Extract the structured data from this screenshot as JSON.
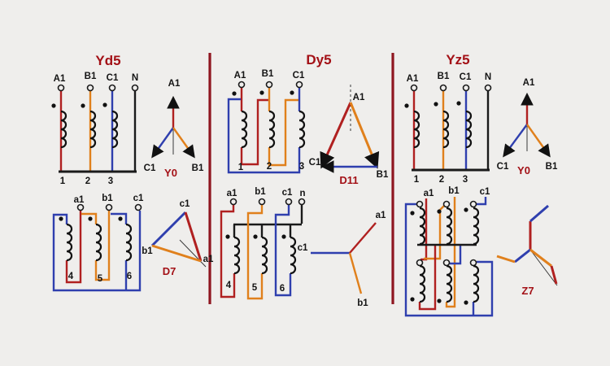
{
  "diagram_type": "transformer-vector-groups",
  "colors": {
    "background": "#efeeec",
    "phase_a_red": "#b02020",
    "phase_b_orange": "#e0801c",
    "phase_c_blue": "#2f3fae",
    "neutral_black": "#1a1a1a",
    "heading_dark_red": "#a31016",
    "divider_dark_red": "#8f1620"
  },
  "sections": [
    {
      "title": "Yd5",
      "primary": {
        "terminals": [
          "A1",
          "B1",
          "C1",
          "N"
        ],
        "coils": [
          "1",
          "2",
          "3"
        ],
        "phasor": {
          "label": "Y0",
          "up": "A1",
          "left": "C1",
          "right": "B1"
        }
      },
      "secondary": {
        "terminals": [
          "a1",
          "b1",
          "c1"
        ],
        "coils": [
          "4",
          "5",
          "6"
        ],
        "phasor": {
          "label": "D7",
          "top": "c1",
          "left": "b1",
          "bottom": "a1"
        }
      }
    },
    {
      "title": "Dy5",
      "primary": {
        "terminals": [
          "A1",
          "B1",
          "C1"
        ],
        "coils": [
          "1",
          "2",
          "3"
        ],
        "phasor": {
          "label": "D11",
          "top": "A1",
          "left": "C1",
          "right": "B1"
        }
      },
      "secondary": {
        "terminals": [
          "a1",
          "b1",
          "c1",
          "n"
        ],
        "coils": [
          "4",
          "5",
          "6"
        ],
        "phasor": {
          "up_right": "a1",
          "left": "c1",
          "down": "b1"
        }
      }
    },
    {
      "title": "Yz5",
      "primary": {
        "terminals": [
          "A1",
          "B1",
          "C1",
          "N"
        ],
        "coils": [
          "1",
          "2",
          "3"
        ],
        "phasor": {
          "label": "Y0",
          "up": "A1",
          "left": "C1",
          "right": "B1"
        }
      },
      "secondary": {
        "terminals": [
          "a1",
          "b1",
          "c1"
        ],
        "phasor": {
          "label": "Z7"
        }
      }
    }
  ]
}
